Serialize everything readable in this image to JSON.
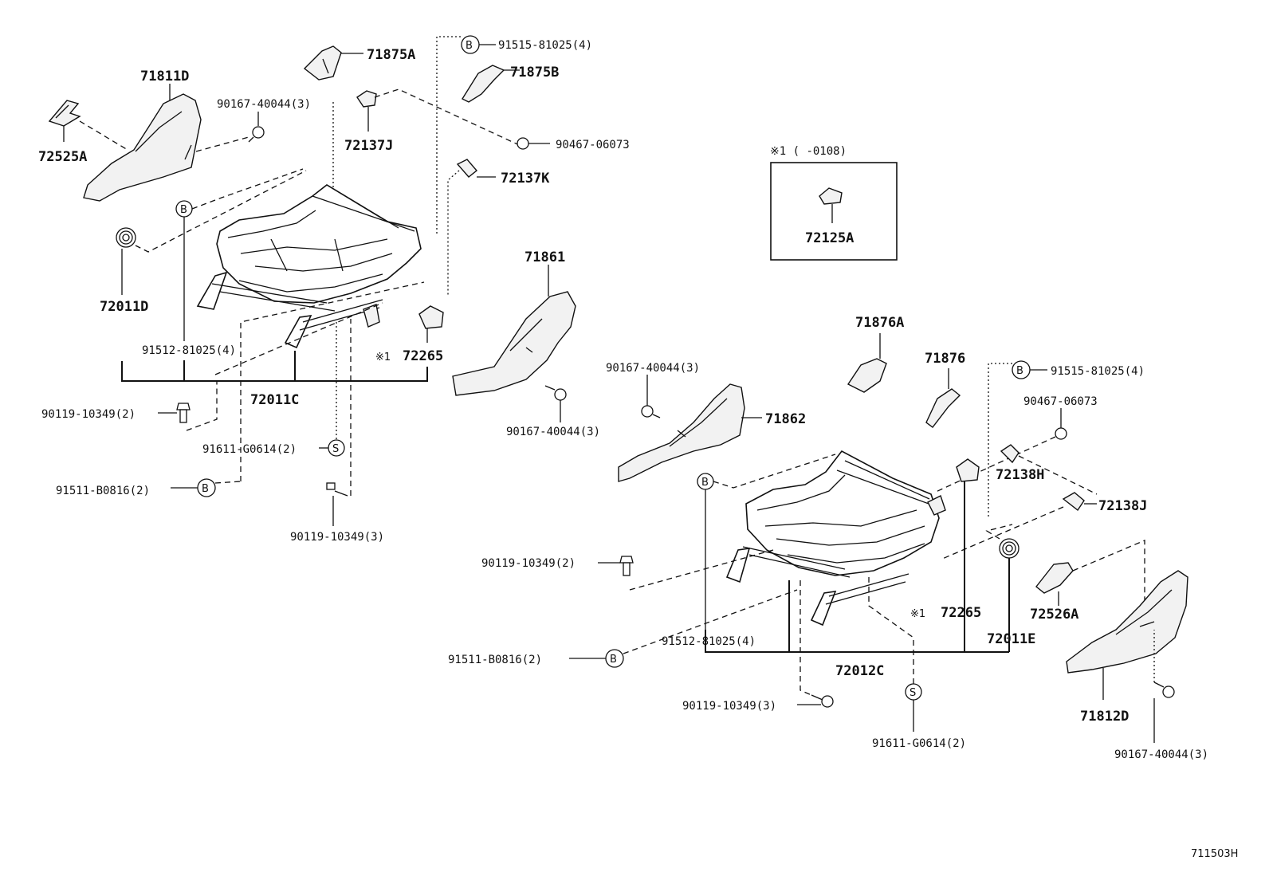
{
  "labels": {
    "p71875A": "71875A",
    "p71811D": "71811D",
    "p90167_a": "90167-40044(3)",
    "p72525A": "72525A",
    "p72137J": "72137J",
    "b_a": "B",
    "p91515_a": "91515-81025(4)",
    "p71875B": "71875B",
    "p90467_a": "90467-06073",
    "p72137K": "72137K",
    "b_b": "B",
    "p72011D": "72011D",
    "p91512_a": "91512-81025(4)",
    "note1_a": "※1",
    "p72265_a": "72265",
    "p72011C": "72011C",
    "p90119_a": "90119-10349(2)",
    "p91611_a": "91611-G0614(2)",
    "s_a": "S",
    "p91511_a": "91511-B0816(2)",
    "b_c": "B",
    "p90119_b": "90119-10349(3)",
    "p71861": "71861",
    "p90167_b": "90167-40044(3)",
    "inset_header": "※1 (      -0108)",
    "p72125A": "72125A",
    "p71876A": "71876A",
    "p71876": "71876",
    "b_d": "B",
    "p91515_b": "91515-81025(4)",
    "p90467_b": "90467-06073",
    "p90167_c": "90167-40044(3)",
    "p71862": "71862",
    "b_e": "B",
    "p72138H": "72138H",
    "p72138J": "72138J",
    "p90119_c": "90119-10349(2)",
    "p72526A": "72526A",
    "note1_b": "※1",
    "p72265_b": "72265",
    "p72011E": "72011E",
    "p91512_b": "91512-81025(4)",
    "p91511_b": "91511-B0816(2)",
    "b_f": "B",
    "p72012C": "72012C",
    "p90119_d": "90119-10349(3)",
    "s_b": "S",
    "p91611_b": "91611-G0614(2)",
    "p71812D": "71812D",
    "p90167_d": "90167-40044(3)",
    "code": "711503H"
  },
  "icons": {
    "bolt": "bolt-icon",
    "screw": "screw-icon",
    "spring": "spring-icon",
    "clip": "clip-icon"
  }
}
